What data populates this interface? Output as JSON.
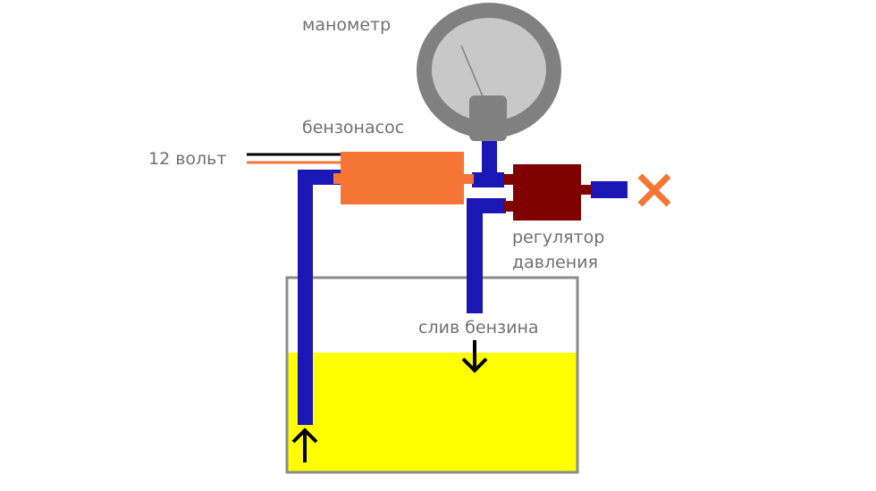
{
  "labels": {
    "gauge": "манометр",
    "pump": "бензонасос",
    "voltage": "12 вольт",
    "regulator_line1": "регулятор",
    "regulator_line2": "давления",
    "drain": "слив бензина"
  },
  "colors": {
    "pipe": "#1a17b5",
    "pump": "#f47535",
    "regulator": "#800000",
    "fuel": "#ffff00",
    "tank_border": "#8c8c8c",
    "gauge_rim": "#808080",
    "gauge_face": "#c8c8c8",
    "fitting": "#808080",
    "text": "#707070",
    "arrow": "#000000",
    "blocked_mark": "#f47535"
  },
  "icons": {
    "flow_in": "arrow-up-icon",
    "flow_out": "arrow-down-icon",
    "outlet_blocked": "cross-icon"
  }
}
